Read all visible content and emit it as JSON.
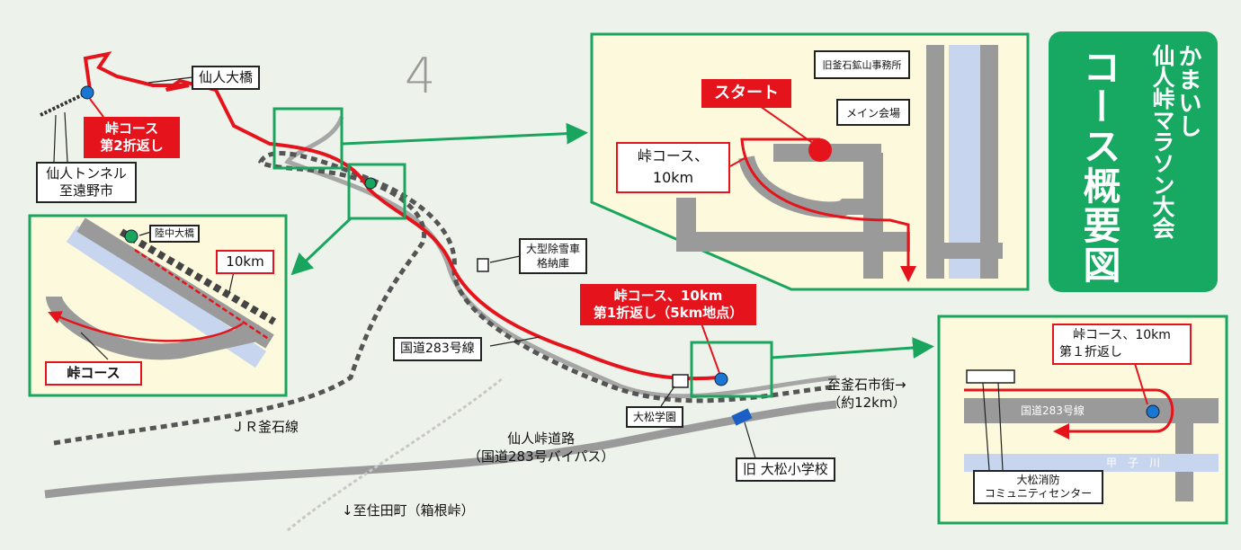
{
  "title": {
    "line1": "かまいし",
    "line2": "仙人峠マラソン大会",
    "main": "コース概要図"
  },
  "colors": {
    "course": "#e5141c",
    "inset_border": "#1aa55e",
    "marker": "#1976d2",
    "road": "#9a9a9a",
    "river": "#c7d6ee",
    "inset_bg": "#fdf9dc"
  },
  "map": {
    "route_number": "4",
    "labels": {
      "sennin_bridge": "仙人大橋",
      "turn2_l1": "峠コース",
      "turn2_l2": "第2折返し",
      "tunnel_l1": "仙人トンネル",
      "tunnel_l2": "至遠野市",
      "snow_l1": "大型除雪車",
      "snow_l2": "格納庫",
      "turn1_l1": "峠コース、10km",
      "turn1_l2": "第1折返し（5km地点）",
      "route283": "国道283号線",
      "omatsu_gakuen": "大松学園",
      "to_kamaishi_l1": "至釜石市街→",
      "to_kamaishi_l2": "（約12km）",
      "jr": "ＪＲ釜石線",
      "bypass_l1": "仙人峠道路",
      "bypass_l2": "（国道283号バイパス）",
      "old_school": "旧 大松小学校",
      "to_sumita": "↓至住田町（箱根峠）"
    }
  },
  "inset_start": {
    "office": "旧釜石鉱山事務所",
    "main_venue": "メイン会場",
    "start": "スタート",
    "course_l1": "峠コース、",
    "course_l2": "10km"
  },
  "inset_bridge": {
    "bridge": "陸中大橋",
    "distance": "10km",
    "course": "峠コース"
  },
  "inset_turn": {
    "turn_l1": "峠コース、10km",
    "turn_l2": "第１折返し",
    "road": "国道283号線",
    "river": "甲　子　川",
    "fire_l1": "大松消防",
    "fire_l2": "コミュニティセンター"
  }
}
